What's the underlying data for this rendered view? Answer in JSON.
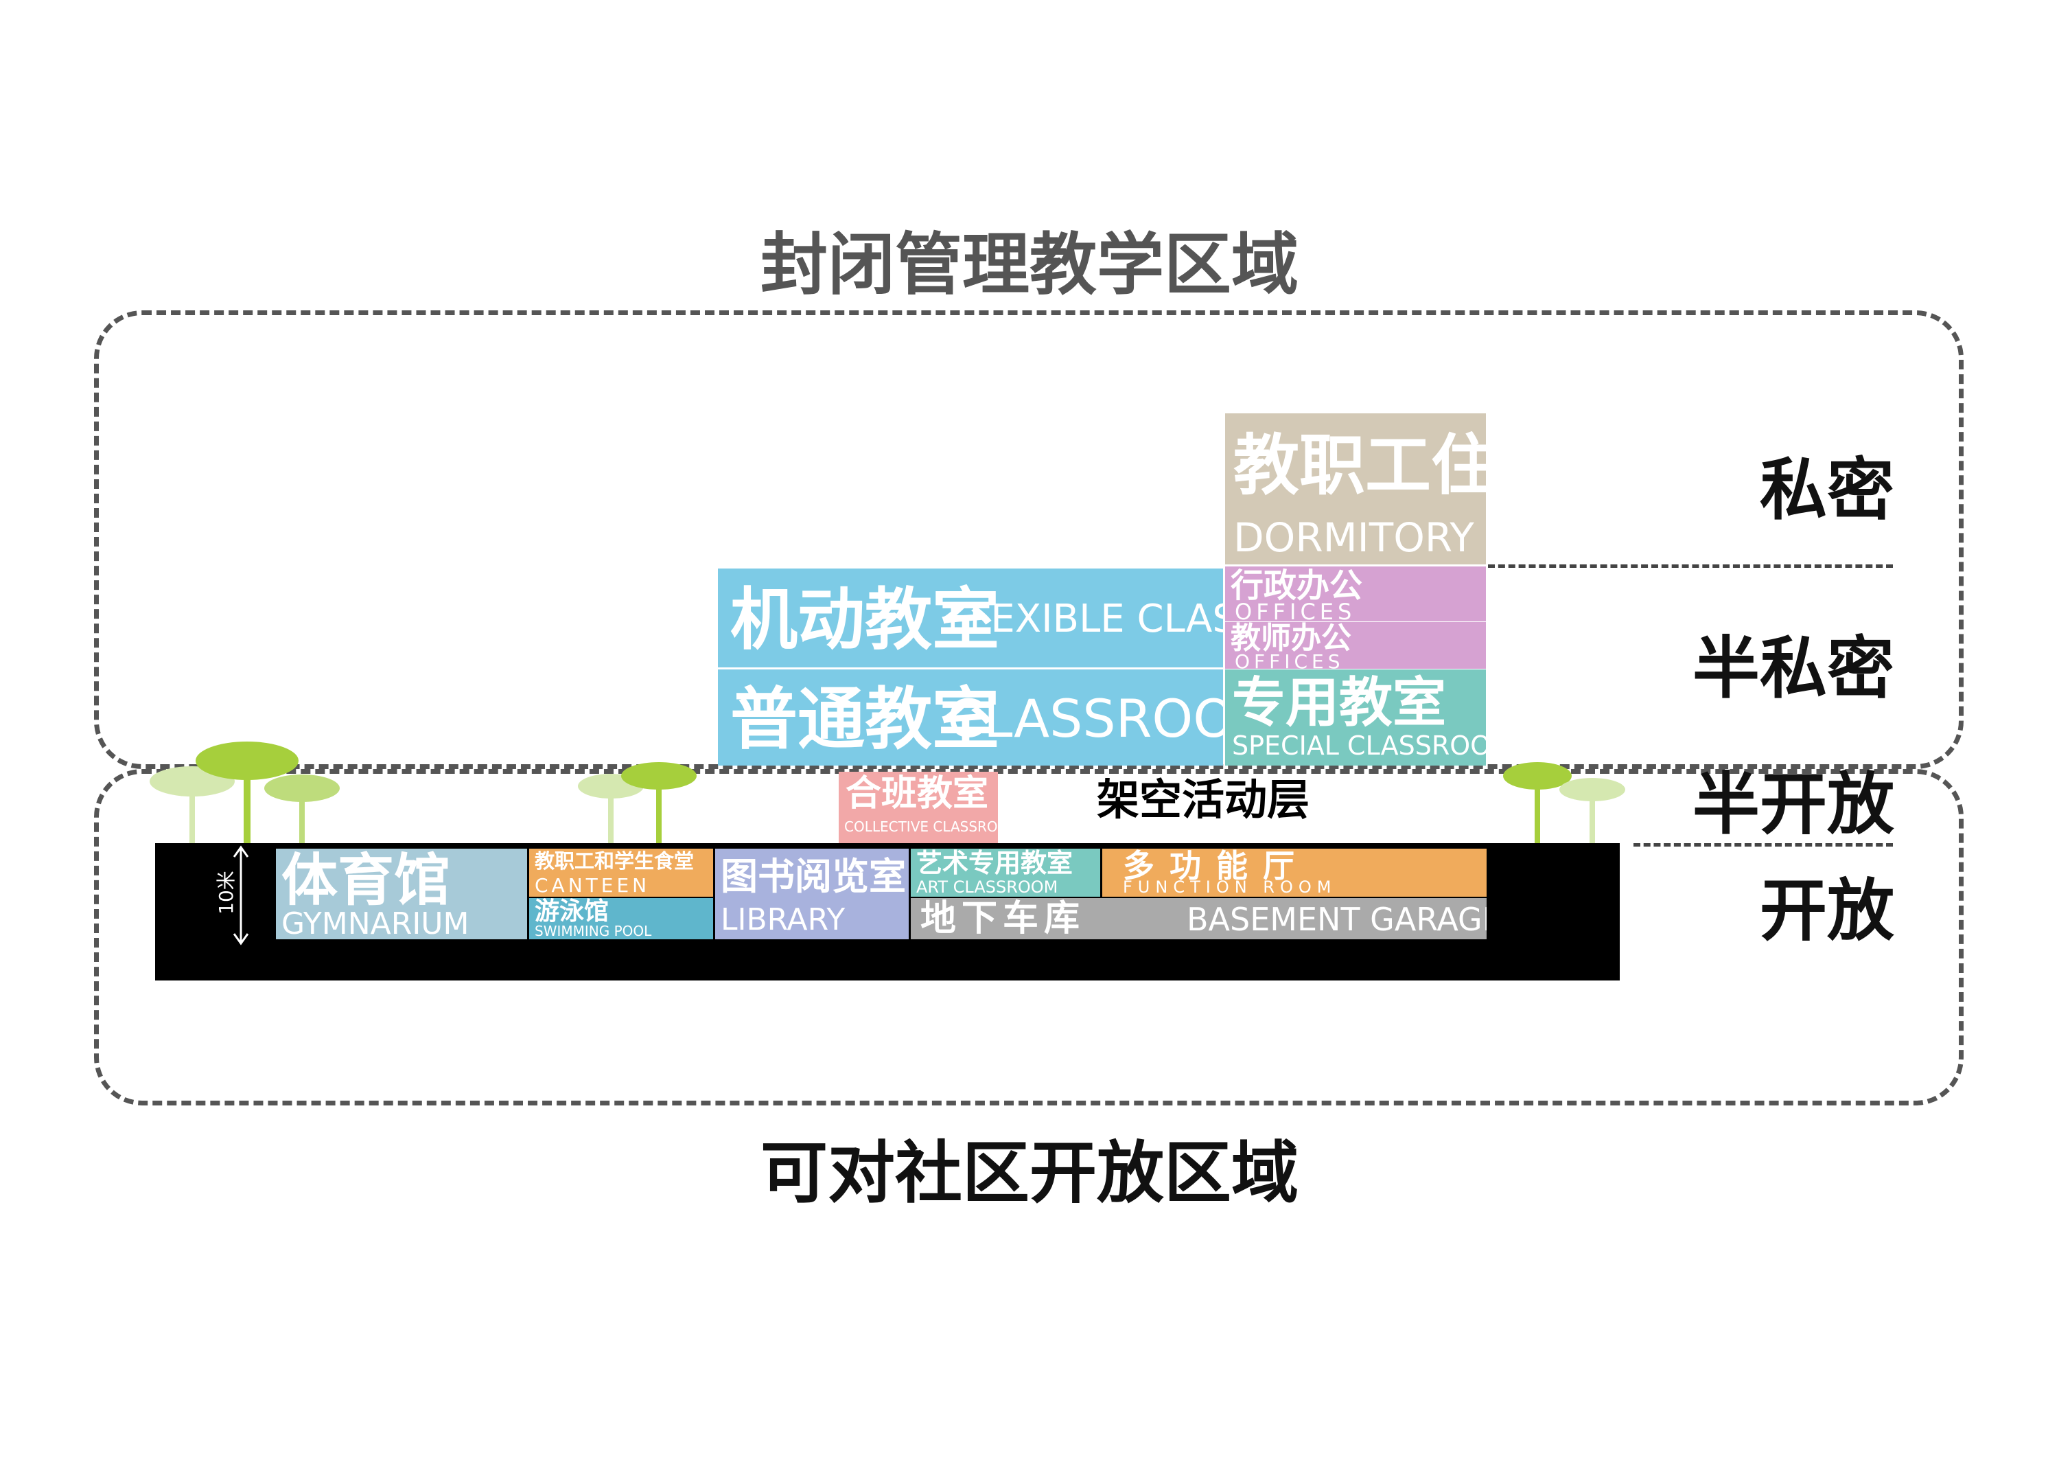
{
  "zones": {
    "closed_title": "封闭管理教学区域",
    "open_title": "可对社区开放区域"
  },
  "levels": [
    "私密",
    "半私密",
    "半开放",
    "开放"
  ],
  "pilotis_label": "架空活动层",
  "dimension_label": "10米",
  "blocks": {
    "dormitory": {
      "cn": "教职工住房",
      "en": "DORMITORY",
      "color": "#d3c9b6"
    },
    "offices1": {
      "cn": "行政办公",
      "en": "OFFICES",
      "color": "#d6a2d2"
    },
    "offices2": {
      "cn": "教师办公",
      "en": "OFFICES",
      "color": "#d6a2d2"
    },
    "flexible": {
      "cn": "机动教室",
      "en": "FLEXIBLE CLASSROOM",
      "color": "#7dcbe6"
    },
    "classroom": {
      "cn": "普通教室",
      "en": "CLASSROOM",
      "color": "#7dcbe6"
    },
    "special": {
      "cn": "专用教室",
      "en": "SPECIAL CLASSROOM",
      "color": "#7ac9c0"
    },
    "collective": {
      "cn": "合班教室",
      "en": "COLLECTIVE CLASSROOM",
      "color": "#f2a8a8"
    },
    "gym": {
      "cn": "体育馆",
      "en": "GYMNARIUM",
      "color": "#a7cad8"
    },
    "canteen": {
      "cn": "教职工和学生食堂",
      "en": "CANTEEN",
      "color": "#f0ab5c"
    },
    "pool": {
      "cn": "游泳馆",
      "en": "SWIMMING POOL",
      "color": "#5fb6cc"
    },
    "library": {
      "cn": "图书阅览室",
      "en": "LIBRARY",
      "color": "#a8b2dd"
    },
    "art": {
      "cn": "艺术专用教室",
      "en": "ART CLASSROOM",
      "color": "#7ac9c0"
    },
    "function": {
      "cn": "多功能厅",
      "en": "FUNCTION ROOM",
      "color": "#f0ab5c"
    },
    "garage": {
      "cn": "地下车库",
      "en": "BASEMENT GARAGE",
      "color": "#aaaaaa"
    }
  },
  "colors": {
    "dash": "#555555",
    "ground": "#000000",
    "tree_light": "#d5e8b0",
    "tree_dark": "#a6cf3c"
  }
}
